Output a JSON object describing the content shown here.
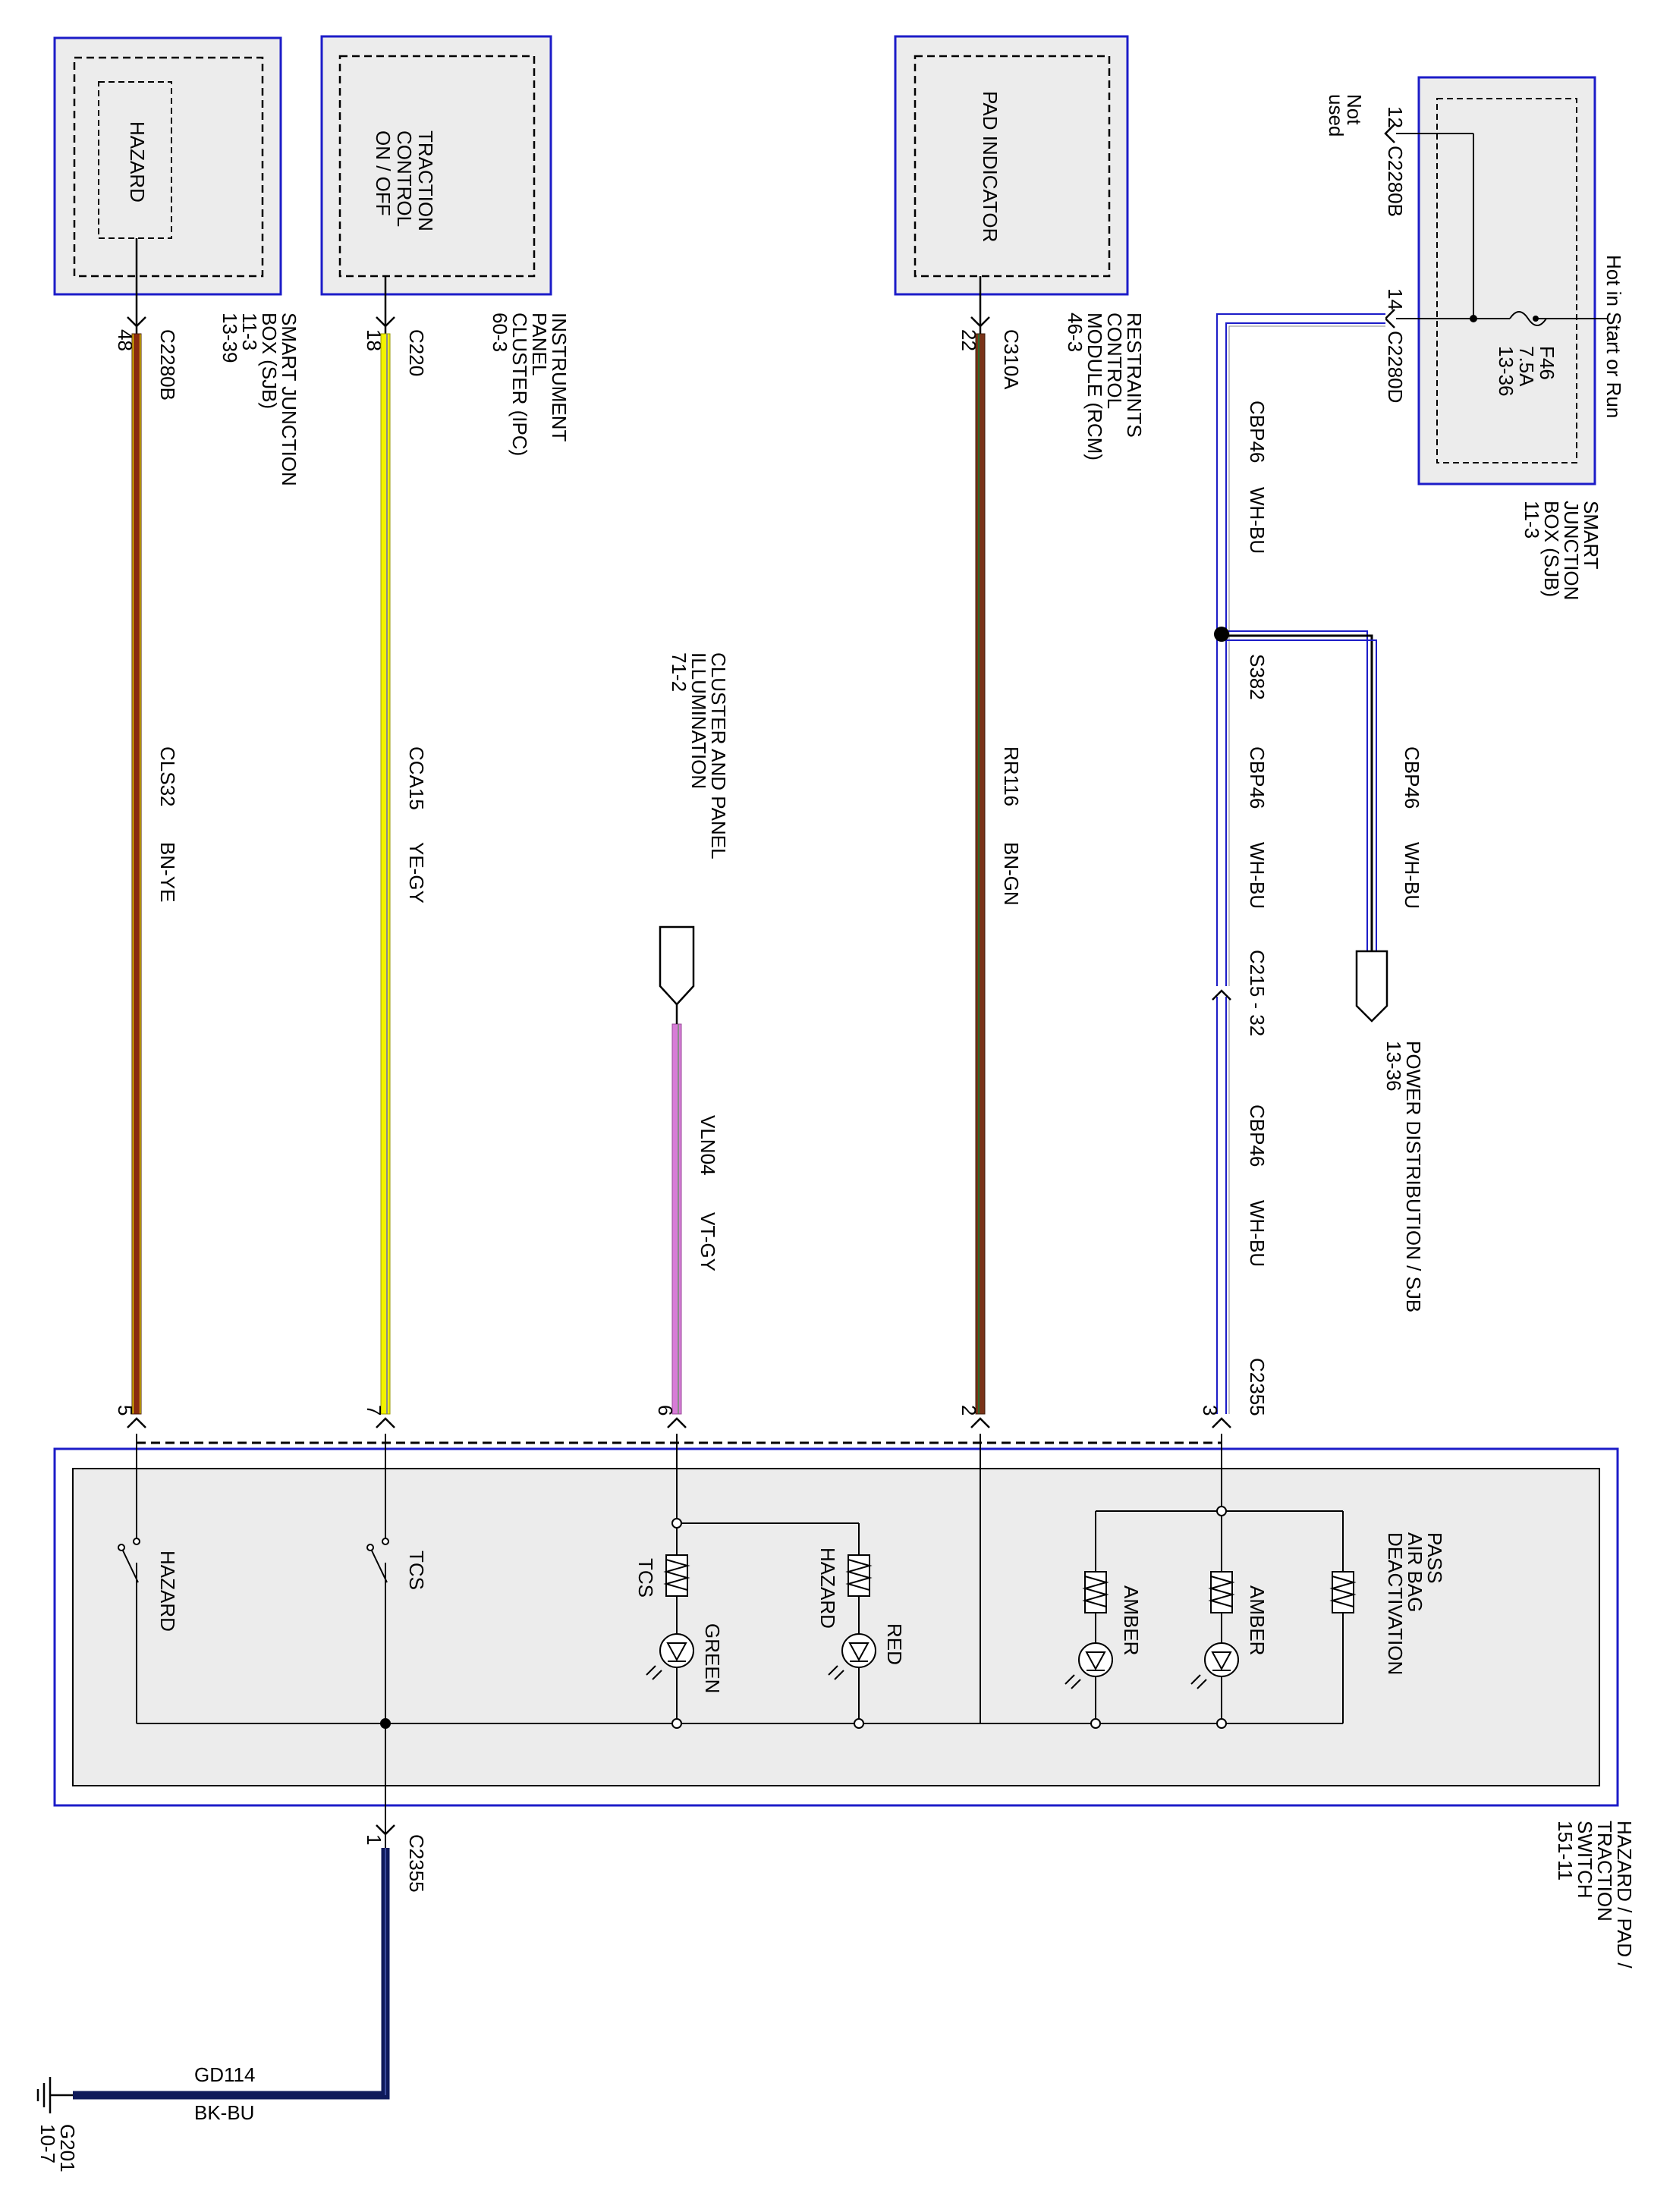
{
  "colors": {
    "module_border": "#1c1cc8",
    "module_fill": "#ececec",
    "wire_bn_ye": "#8a2a10",
    "wire_ye_gy": "#f2f200",
    "wire_bn_gn": "#7a3318",
    "wire_vt_gy": "#d77cd7",
    "wire_bk_bu": "#0f1a5a",
    "wire_wh_bu": "#1c1cc8"
  },
  "modules": {
    "hazard_sjb_inner": "HAZARD",
    "ipc_inner": [
      "TRACTION",
      "CONTROL",
      "ON / OFF"
    ],
    "rcm_inner": "PAD INDICATOR",
    "sjb_power_fuse": [
      "F46",
      "7.5A",
      "13-36"
    ],
    "sjb_power_hot": "Hot in Start or Run",
    "sjb_power_not_used": [
      "Not",
      "used"
    ]
  },
  "module_labels": {
    "sjb_left": [
      "SMART JUNCTION",
      "BOX (SJB)",
      "11-3",
      "13-39"
    ],
    "ipc": [
      "INSTRUMENT",
      "PANEL",
      "CLUSTER (IPC)",
      "60-3"
    ],
    "rcm": [
      "RESTRAINTS",
      "CONTROL",
      "MODULE (RCM)",
      "46-3"
    ],
    "sjb_right": [
      "SMART",
      "JUNCTION",
      "BOX (SJB)",
      "11-3"
    ],
    "cluster_illum": [
      "CLUSTER AND PANEL",
      "ILLUMINATION",
      "71-2"
    ],
    "power_dist": [
      "POWER DISTRIBUTION / SJB",
      "13-36"
    ],
    "switch": [
      "HAZARD / PAD /",
      "TRACTION",
      "SWITCH",
      "151-11"
    ],
    "ground": [
      "G201",
      "10-7"
    ]
  },
  "top_connectors": [
    {
      "pin": "48",
      "name": "C2280B"
    },
    {
      "pin": "18",
      "name": "C220"
    },
    {
      "pin": "22",
      "name": "C310A"
    },
    {
      "pin": "14",
      "name": "C2280D"
    },
    {
      "pin": "12",
      "name": "C2280B"
    }
  ],
  "wires": [
    {
      "circuit": "CLS32",
      "color": "BN-YE"
    },
    {
      "circuit": "CCA15",
      "color": "YE-GY"
    },
    {
      "circuit": "VLN04",
      "color": "VT-GY"
    },
    {
      "circuit": "RR116",
      "color": "BN-GN"
    },
    {
      "circuit": "CBP46",
      "color": "WH-BU"
    },
    {
      "circuit": "GD114",
      "color": "BK-BU"
    }
  ],
  "splice": "S382",
  "inline_connector": "C215 - 32",
  "bottom_connector": "C2355",
  "bottom_pins": [
    "5",
    "7",
    "6",
    "2",
    "3"
  ],
  "ground_pin": "1",
  "switch_components": {
    "hazard_switch": "HAZARD",
    "tcs_switch": "TCS",
    "tcs_lamp": "TCS",
    "hazard_lamp": "HAZARD",
    "green": "GREEN",
    "red": "RED",
    "amber1": "AMBER",
    "amber2": "AMBER",
    "pass_airbag": [
      "PASS",
      "AIR BAG",
      "DEACTIVATION"
    ]
  }
}
